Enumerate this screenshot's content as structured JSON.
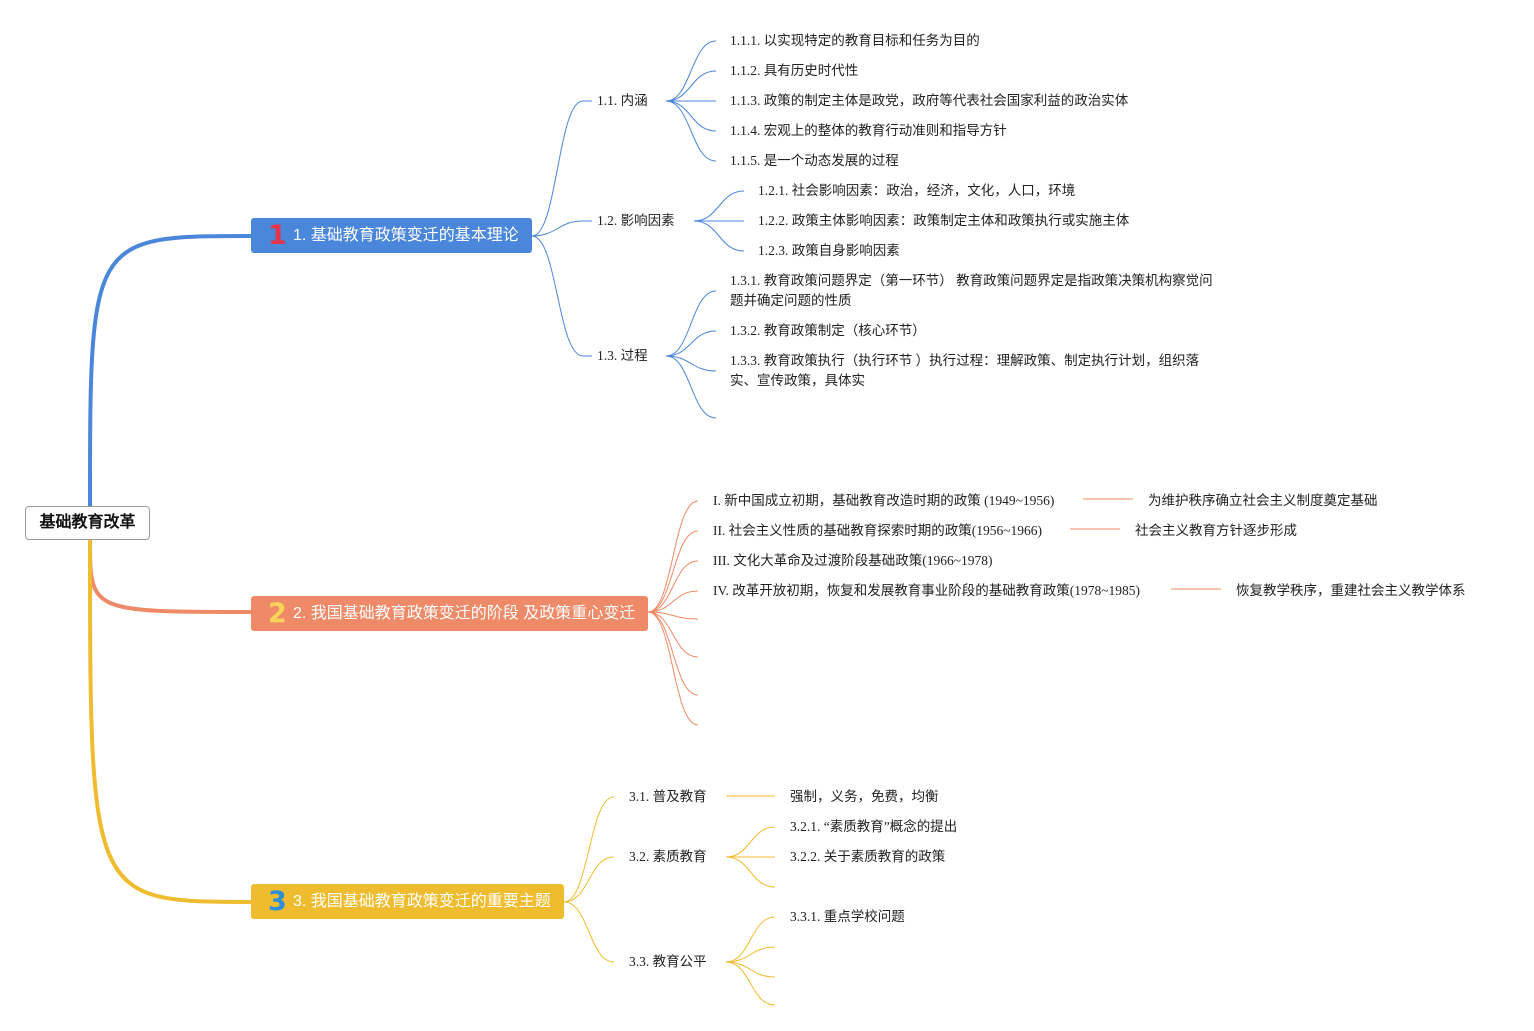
{
  "root": {
    "label": "基础教育改革"
  },
  "branches": [
    {
      "num": "1",
      "label": "1. 基础教育政策变迁的基本理论",
      "color": "#4a86d9",
      "children": [
        {
          "label": "1.1. 内涵",
          "children": [
            "1.1.1. 以实现特定的教育目标和任务为目的",
            "1.1.2. 具有历史时代性",
            "1.1.3. 政策的制定主体是政党，政府等代表社会国家利益的政治实体",
            "1.1.4. 宏观上的整体的教育行动准则和指导方针",
            "1.1.5. 是一个动态发展的过程"
          ]
        },
        {
          "label": "1.2. 影响因素",
          "children": [
            "1.2.1. 社会影响因素：政治，经济，文化，人口，环境",
            "1.2.2. 政策主体影响因素：政策制定主体和政策执行或实施主体",
            "1.2.3. 政策自身影响因素"
          ]
        },
        {
          "label": "1.3. 过程",
          "children": [
            "1.3.1. 教育政策问题界定（第一环节） 教育政策问题界定是指政策决策机构察觉问题并确定问题的性质",
            "1.3.2. 教育政策制定（核心环节）",
            "1.3.3. 教育政策执行（执行环节 ）执行过程：理解政策、制定执行计划，组织落实、宣传政策，具体实"
          ]
        }
      ]
    },
    {
      "num": "2",
      "label": "2. 我国基础教育政策变迁的阶段 及政策重心变迁",
      "color": "#ee8a67",
      "children": [
        {
          "label": "I. 新中国成立初期，基础教育改造时期的政策 (1949~1956)",
          "note": "为维护秩序确立社会主义制度奠定基础"
        },
        {
          "label": "II. 社会主义性质的基础教育探索时期的政策(1956~1966)",
          "note": "社会主义教育方针逐步形成"
        },
        {
          "label": "III. 文化大革命及过渡阶段基础政策(1966~1978)"
        },
        {
          "label": "IV. 改革开放初期，恢复和发展教育事业阶段的基础教育政策(1978~1985)",
          "note": "恢复教学秩序，重建社会主义教学体系"
        }
      ]
    },
    {
      "num": "3",
      "label": "3. 我国基础教育政策变迁的重要主题",
      "color": "#f0bc2f",
      "children": [
        {
          "label": "3.1. 普及教育",
          "note": "强制，义务，免费，均衡"
        },
        {
          "label": "3.2. 素质教育",
          "children": [
            "3.2.1. “素质教育”概念的提出",
            "3.2.2. 关于素质教育的政策"
          ]
        },
        {
          "label": "3.3. 教育公平",
          "children": [
            "3.3.1. 重点学校问题"
          ]
        }
      ]
    }
  ]
}
